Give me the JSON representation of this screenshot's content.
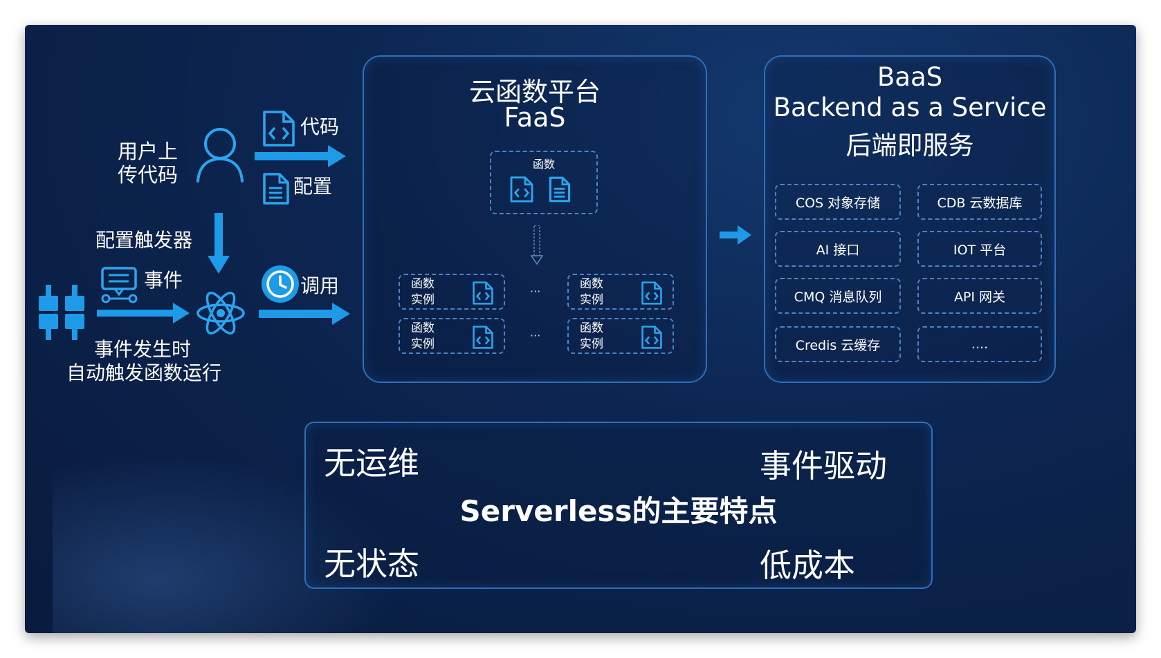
{
  "left": {
    "user_upload": [
      "用户上",
      "传代码"
    ],
    "code_label": "代码",
    "config_label": "配置",
    "configure_trigger": "配置触发器",
    "event_label": "事件",
    "invoke_label": "调用",
    "auto_trigger": [
      "事件发生时",
      "自动触发函数运行"
    ]
  },
  "faas": {
    "title": "云函数平台",
    "subtitle": "FaaS",
    "function_label": "函数",
    "instance_label": [
      "函数",
      "实例"
    ],
    "ellipsis": "···"
  },
  "baas": {
    "title": "BaaS",
    "subtitle": "Backend as a Service",
    "subtitle_cn": "后端即服务",
    "services": [
      "COS 对象存储",
      "CDB 云数据库",
      "AI 接口",
      "IOT 平台",
      "CMQ 消息队列",
      "API 网关",
      "Credis 云缓存",
      "...."
    ]
  },
  "features": {
    "title": "Serverless的主要特点",
    "top_left": "无运维",
    "top_right": "事件驱动",
    "bottom_left": "无状态",
    "bottom_right": "低成本"
  },
  "colors": {
    "background": "#0c2550",
    "accent": "#1e9be8",
    "border": "#2f6fba"
  },
  "icons": [
    "code-file-icon",
    "document-icon",
    "user-icon",
    "event-message-icon",
    "plug-icon",
    "atom-icon",
    "clock-icon",
    "arrow-icon"
  ]
}
